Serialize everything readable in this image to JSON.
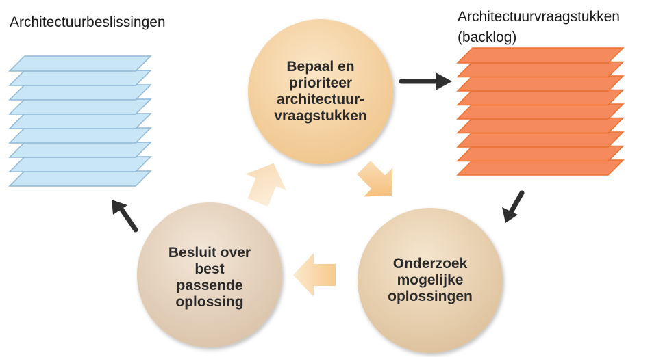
{
  "labels": {
    "decisions": "Architectuurbeslissingen",
    "backlog_line1": "Architectuurvraagstukken",
    "backlog_line2": "(backlog)"
  },
  "steps": [
    {
      "lines": [
        "Bepaal en",
        "prioriteer",
        "architectuur-",
        "vraagstukken"
      ]
    },
    {
      "lines": [
        "Onderzoek",
        "mogelijke",
        "oplossingen"
      ]
    },
    {
      "lines": [
        "Besluit over",
        "best",
        "passende",
        "oplossing"
      ]
    }
  ],
  "colors": {
    "decision_fill": "#c9e6f7",
    "decision_stroke": "#8fb7d6",
    "backlog_fill": "#f58a5c",
    "backlog_stroke": "#e8702f",
    "circle_top": "#f4d3a1",
    "circle_right": "#ead3b0",
    "circle_left": "#e7d4c0",
    "arrow_dark": "#333333",
    "arrow_light": "#f7cf9a"
  },
  "icons": [
    "dark-arrow-icon",
    "light-block-arrow-icon",
    "layer-stack-icon"
  ]
}
